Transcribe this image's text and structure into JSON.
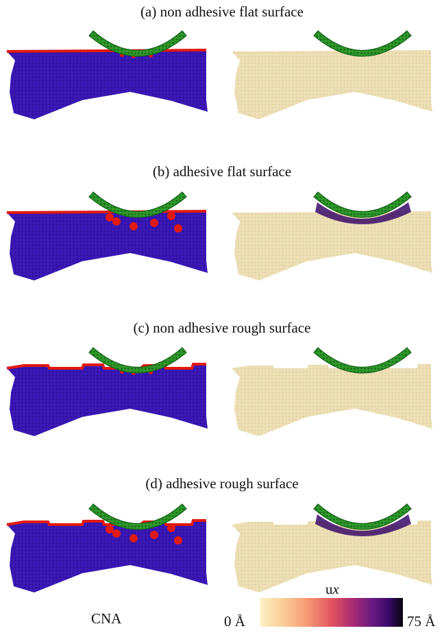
{
  "panels": [
    {
      "title": "(a) non adhesive flat surface",
      "adhesive": false,
      "rough": false
    },
    {
      "title": "(b) adhesive flat surface",
      "adhesive": true,
      "rough": false
    },
    {
      "title": "(c) non adhesive rough surface",
      "adhesive": false,
      "rough": true
    },
    {
      "title": "(d) adhesive rough surface",
      "adhesive": true,
      "rough": true
    }
  ],
  "left_column_label": "CNA",
  "right_column": {
    "quantity": "u",
    "quantity_subscript": "x",
    "colorbar_min": "0 Å",
    "colorbar_max": "75 Å"
  },
  "colors": {
    "bulk_atoms": "#3b18b8",
    "surface_atoms": "#e01a10",
    "indenter": "#2e9a2a",
    "indenter_dark": "#17661a",
    "displacement_background": "#eee0b6"
  }
}
